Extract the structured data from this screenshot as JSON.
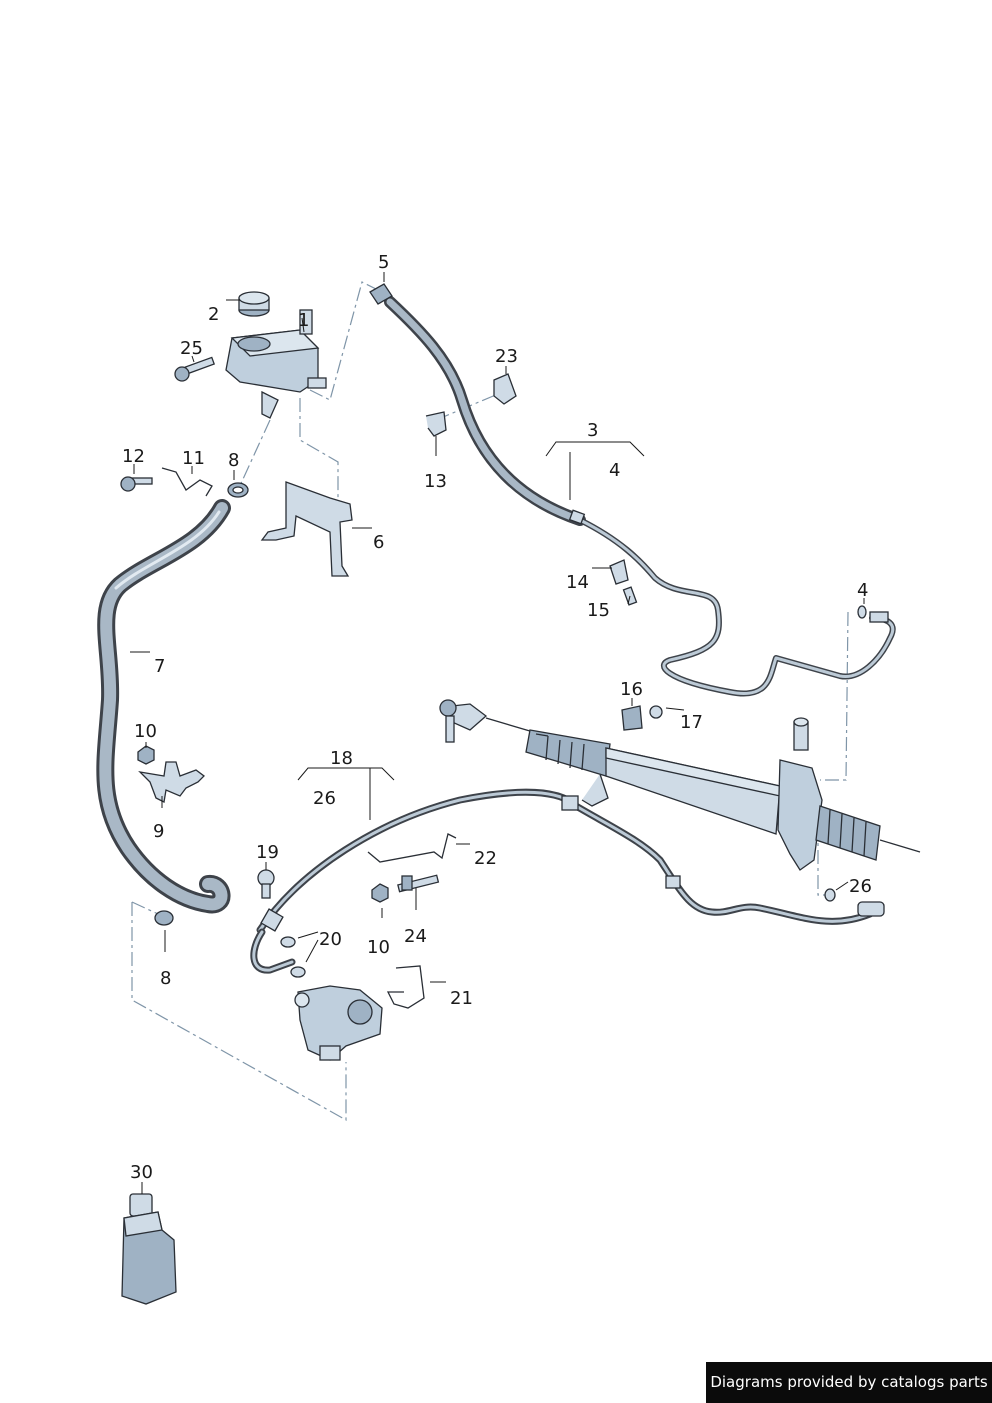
{
  "callouts": {
    "c1": "1",
    "c2": "2",
    "c3": "3",
    "c4a": "4",
    "c4b": "4",
    "c5": "5",
    "c6": "6",
    "c7": "7",
    "c8a": "8",
    "c8b": "8",
    "c9": "9",
    "c10a": "10",
    "c10b": "10",
    "c11": "11",
    "c12": "12",
    "c13": "13",
    "c14": "14",
    "c15": "15",
    "c16": "16",
    "c17": "17",
    "c18": "18",
    "c19": "19",
    "c20": "20",
    "c21": "21",
    "c22": "22",
    "c23": "23",
    "c24": "24",
    "c25": "25",
    "c26a": "26",
    "c26b": "26",
    "c30": "30"
  },
  "footer": {
    "credit": "Diagrams provided by catalogs parts"
  },
  "colors": {
    "part_fill": "#cfdbe6",
    "part_fill_dark": "#9fb2c4",
    "outline": "#2a2f36",
    "hose": "#4a4f56",
    "hose_inner": "#a9b8c6",
    "dash": "#7f95a8"
  }
}
